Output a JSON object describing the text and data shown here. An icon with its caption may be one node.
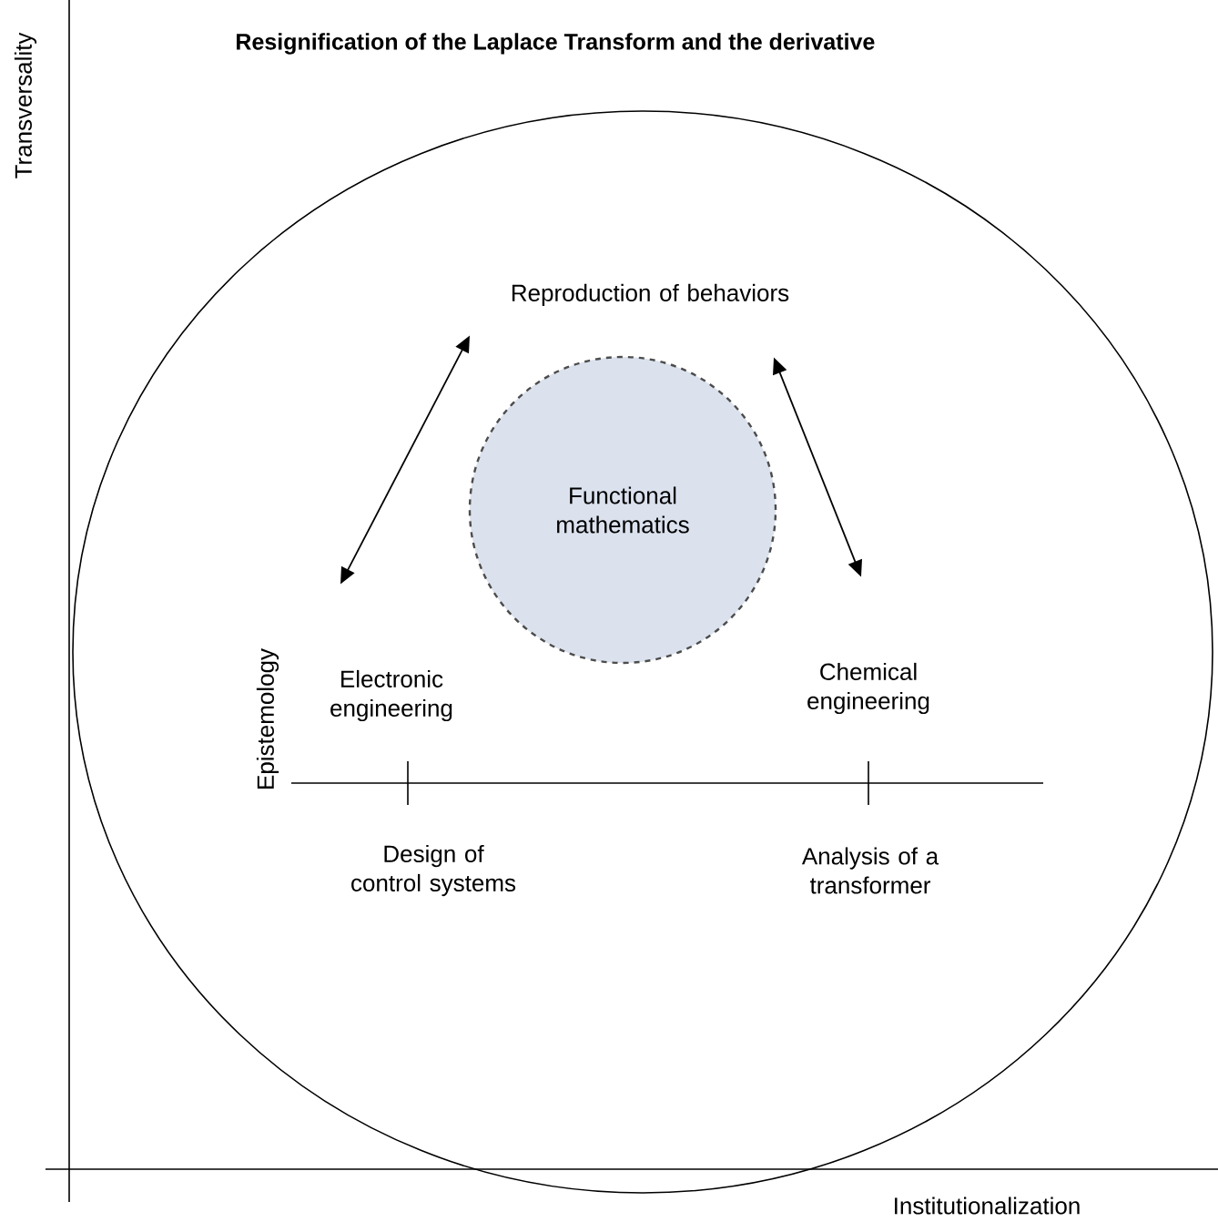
{
  "diagram": {
    "title": "Resignification of the Laplace Transform and the derivative",
    "nodes": [
      {
        "text": [],
        "shape": "circle"
      },
      {
        "text": [
          "Reproduction of behaviors"
        ],
        "in": 0
      },
      {
        "text": [
          "Functional mathematics"
        ],
        "in": 0
      },
      {
        "text": [
          "Electronic engineering"
        ],
        "in": 0
      },
      {
        "text": [
          "Chemical engineering"
        ],
        "in": 0
      }
    ],
    "edges": [
      {
        "from": 1,
        "to": 3,
        "arrow": "both"
      },
      {
        "from": 1,
        "to": 4,
        "arrow": "both"
      }
    ],
    "labels": [
      "Transversality",
      "Epistemology",
      "Design of control systems",
      "Analysis of a transformer",
      "Institutionalization"
    ]
  }
}
